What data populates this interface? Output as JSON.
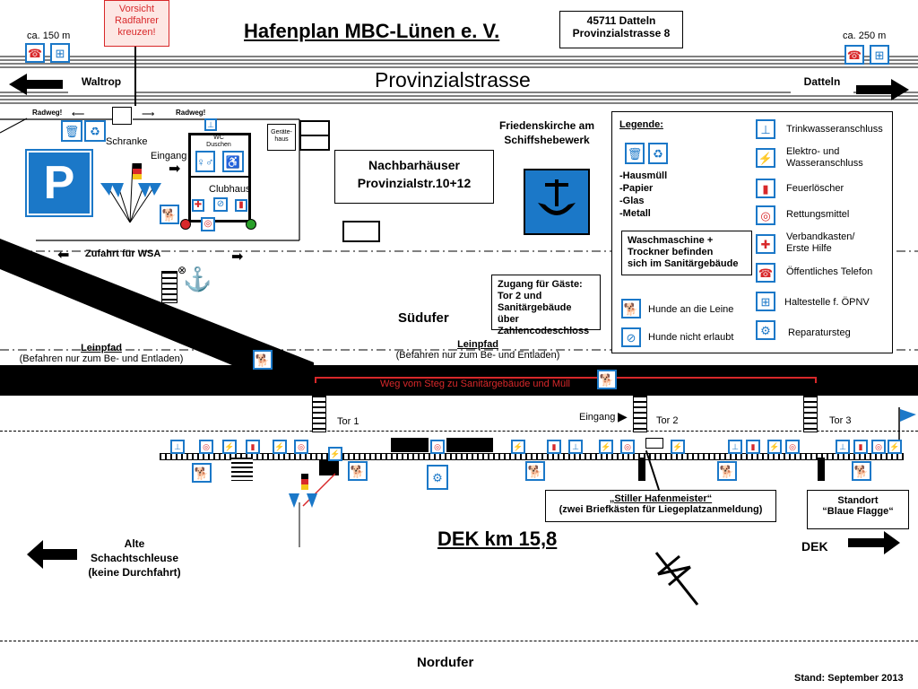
{
  "header": {
    "title": "Hafenplan MBC-Lünen e. V.",
    "address_line1": "45711 Datteln",
    "address_line2": "Provinzialstrasse 8",
    "warning": [
      "Vorsicht",
      "Radfahrer",
      "kreuzen!"
    ]
  },
  "road": {
    "name": "Provinzialstrasse",
    "left_direction": "Waltrop",
    "right_direction": "Datteln",
    "left_distance": "ca. 150 m",
    "right_distance": "ca. 250 m",
    "bike_left": "Radweg!",
    "bike_right": "Radweg!",
    "barrier": "Schranke"
  },
  "site": {
    "entrance": "Eingang",
    "wc": [
      "WC",
      "Duschen"
    ],
    "clubhouse": "Clubhaus",
    "shed": [
      "Geräte-",
      "haus"
    ],
    "neighbors": [
      "Nachbarhäuser",
      "Provinzialstr.10+12"
    ],
    "church": [
      "Friedenskirche am",
      "Schiffshebewerk"
    ],
    "wsa": "Zufahrt für WSA",
    "south_bank": "Südufer",
    "towpath_left": [
      "Leinpfad",
      "(Befahren nur zum Be- und Entladen)"
    ],
    "towpath_mid": [
      "Leinpfad",
      "(Befahren nur zum Be- und Entladen)"
    ],
    "path_label": "Weg vom Steg zu Sanitärgebäude und Müll",
    "gates": [
      "Tor 1",
      "Tor 2",
      "Tor 3"
    ],
    "entrance_gate": "Eingang",
    "guest_access": [
      "Zugang für Gäste:",
      "Tor 2 und",
      "Sanitärgebäude über",
      "Zahlencodeschloss"
    ],
    "laundry": [
      "Waschmaschine +",
      "Trockner befinden",
      "sich im Sanitärgebäude"
    ],
    "harbor_master": [
      "„Stiller Hafenmeister“",
      "(zwei Briefkästen für Liegeplatzanmeldung)"
    ],
    "blue_flag": [
      "Standort",
      "“Blaue Flagge“"
    ],
    "old_lock": [
      "Alte",
      "Schachtschleuse",
      "(keine Durchfahrt)"
    ],
    "canal_km": "DEK km 15,8",
    "canal": "DEK",
    "north_bank": "Nordufer",
    "date": "Stand: September 2013"
  },
  "legend": {
    "title": "Legende:",
    "waste": [
      "-Hausmüll",
      "-Papier",
      "-Glas",
      "-Metall"
    ],
    "dogs_leash": "Hunde an die Leine",
    "dogs_forbidden": "Hunde nicht erlaubt",
    "items": [
      {
        "label": "Trinkwasseranschluss",
        "icon": "water-tap-icon"
      },
      {
        "label": "Elektro- und Wasseranschluss",
        "icon": "power-water-icon"
      },
      {
        "label": "Feuerlöscher",
        "icon": "fire-extinguisher-icon"
      },
      {
        "label": "Rettungsmittel",
        "icon": "life-ring-icon"
      },
      {
        "label": "Verbandkasten/ Erste Hilfe",
        "icon": "first-aid-icon"
      },
      {
        "label": "Öffentliches Telefon",
        "icon": "phone-icon"
      },
      {
        "label": "Haltestelle f. ÖPNV",
        "icon": "bus-icon"
      },
      {
        "label": "Reparatursteg",
        "icon": "repair-icon"
      }
    ]
  },
  "colors": {
    "sign_blue": "#1b78c8",
    "water_black": "#000000",
    "path_red": "#d8282a",
    "warning_red": "#d8282a"
  }
}
